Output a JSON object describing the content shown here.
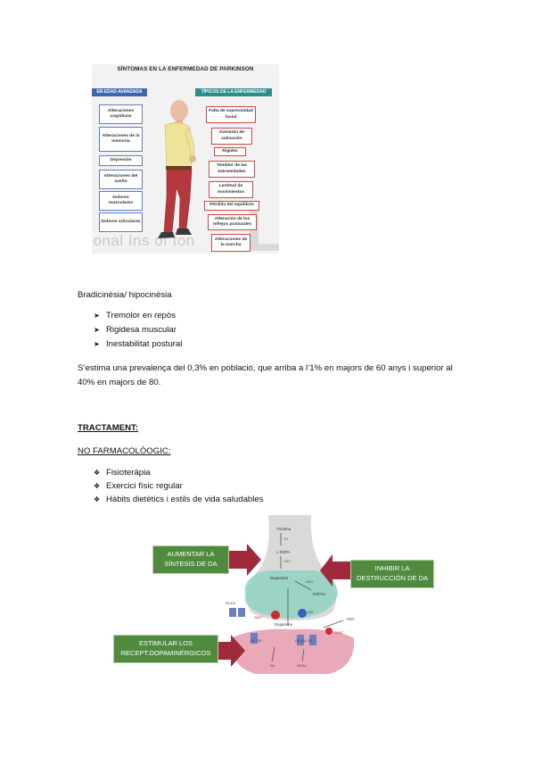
{
  "figure1": {
    "title": "SÍNTOMAS EN LA ENFERMEDAD DE PARKINSON",
    "left_header": "EN EDAD AVANZADA",
    "right_header": "TÍPICOS DE LA ENFERMEDAD",
    "left_items": [
      "Alteraciones cognitivas",
      "Alteraciones de la memoria",
      "Depresión",
      "Alteraciones del sueño",
      "Dolores musculares",
      "Dolores articulares"
    ],
    "right_items": [
      "Falta de expresividad facial",
      "Aumento de salivación",
      "Rigidez",
      "Temblor de las extremidades",
      "Lentitud de movimientos",
      "Pérdida del equilibrio",
      "Alteración de los reflejos posturales",
      "Alteraciones de la marcha"
    ],
    "watermark_text": "ational Ins   of   ton",
    "watermark_letter": "L"
  },
  "text": {
    "bradi": "Bradicinèsia/ hipocinèsia",
    "symptoms": [
      "Tremolor en repòs",
      "Rigidesa muscular",
      "Inestabilitat postural"
    ],
    "prevalence": "S’estima una prevalença del 0,3% en població, que arriba a l’1% en majors de 60 anys i superior al 40% en majors de 80.",
    "treatment_heading": "TRACTAMENT:",
    "nonpharm_heading": "NO FARMACOLÒOGIC:",
    "nonpharm_items": [
      "Fisioteràpia",
      "Exercici físic regular",
      "Hàbits dietètics i estils de vida saludables"
    ]
  },
  "figure2": {
    "box_increase_line1": "AUMENTAR LA",
    "box_increase_line2": "SÍNTESIS DE DA",
    "box_inhibit_line1": "INHIBIR LA",
    "box_inhibit_line2": "DESTRUCCIÓN DE DA",
    "box_stimulate_line1": "ESTIMULAR LOS",
    "box_stimulate_line2": "RECEPT.DOPAMINÉRGICOS",
    "labels": {
      "tyrosine": "Tirosina",
      "th": "TH",
      "ldopa": "L-DOPA",
      "ddc": "DDC",
      "dopamine_top": "Dopamine",
      "mao": "MAO",
      "dopac": "DOPAC",
      "d2d3": "D2,D3",
      "vmat": "VMAT",
      "dat": "DAT",
      "dopamine_cleft": "Dopamine",
      "hva": "HVA",
      "comt": "COMT",
      "d1d5": "D1, D5",
      "d2d3d4": "D2, D3, D4",
      "gs": "Gs",
      "gio": "Gi/Go"
    },
    "colors": {
      "presynaptic": "#8fd1c2",
      "postsynaptic": "#e9a9b8",
      "green_box": "#4f8a3f",
      "arrow": "#9e2a3c"
    }
  }
}
